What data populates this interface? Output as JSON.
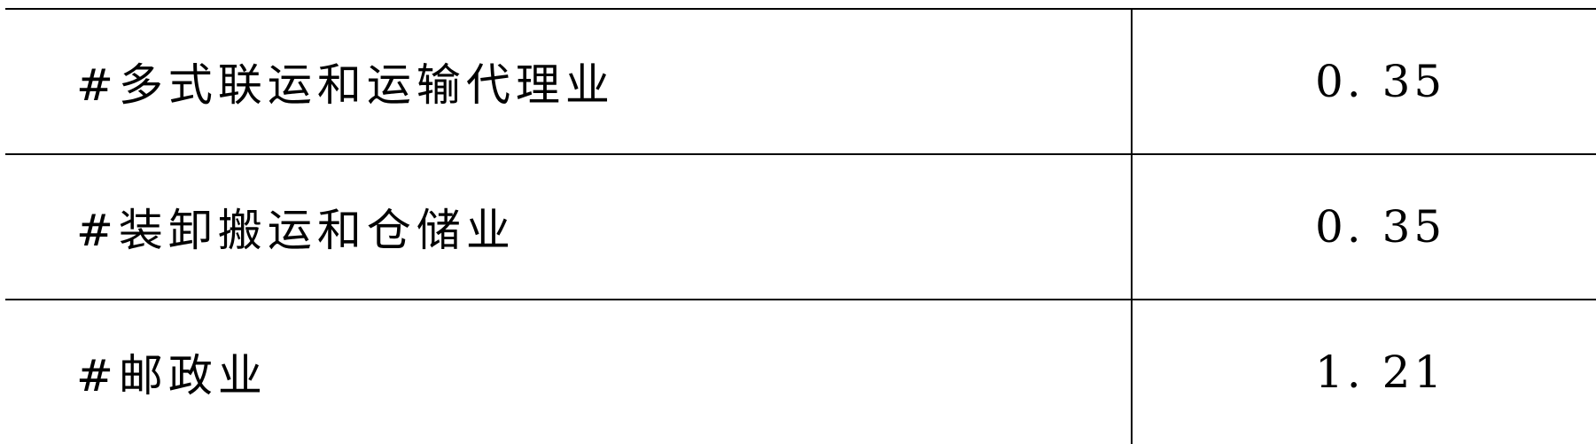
{
  "table": {
    "rows": [
      {
        "label": "#多式联运和运输代理业",
        "value": "0. 35"
      },
      {
        "label": "#装卸搬运和仓储业",
        "value": "0. 35"
      },
      {
        "label": "#邮政业",
        "value": "1. 21"
      }
    ]
  }
}
